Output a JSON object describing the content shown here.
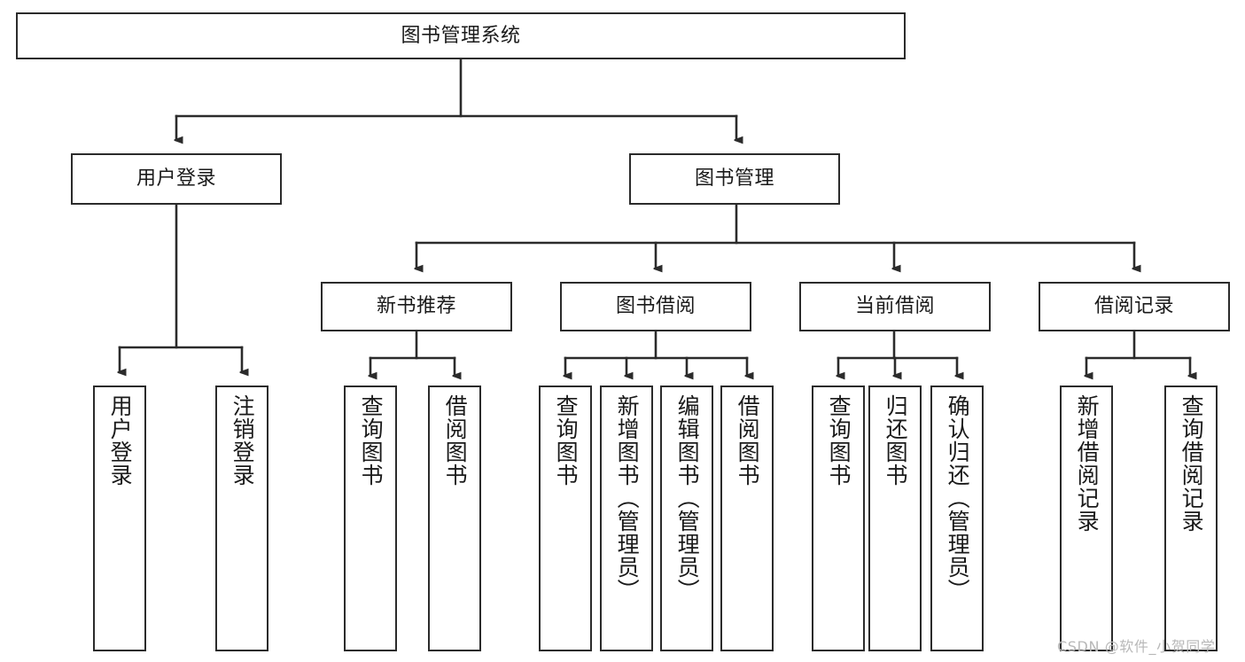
{
  "diagram": {
    "type": "tree",
    "title": "图书管理系统",
    "orientation": "top-down",
    "colors": {
      "background": "#ffffff",
      "box_border": "#2b2b2b",
      "box_fill": "#ffffff",
      "connector": "#2b2b2b",
      "text": "#1a1a1a",
      "watermark": "#b8b8b8"
    },
    "nodes": {
      "root": {
        "label": "图书管理系统"
      },
      "level2": [
        {
          "label": "用户登录"
        },
        {
          "label": "图书管理"
        }
      ],
      "level3": [
        {
          "label": "新书推荐"
        },
        {
          "label": "图书借阅"
        },
        {
          "label": "当前借阅"
        },
        {
          "label": "借阅记录"
        }
      ],
      "leaves_user_login": [
        {
          "label": "用户登录"
        },
        {
          "label": "注销登录"
        }
      ],
      "leaves_new_book": [
        {
          "label": "查询图书"
        },
        {
          "label": "借阅图书"
        }
      ],
      "leaves_borrow": [
        {
          "label": "查询图书"
        },
        {
          "label": "新增图书（管理员）"
        },
        {
          "label": "编辑图书（管理员）"
        },
        {
          "label": "借阅图书"
        }
      ],
      "leaves_current": [
        {
          "label": "查询图书"
        },
        {
          "label": "归还图书"
        },
        {
          "label": "确认归还（管理员）"
        }
      ],
      "leaves_records": [
        {
          "label": "新增借阅记录"
        },
        {
          "label": "查询借阅记录"
        }
      ]
    },
    "watermark": "CSDN @软件_小贺同学"
  }
}
